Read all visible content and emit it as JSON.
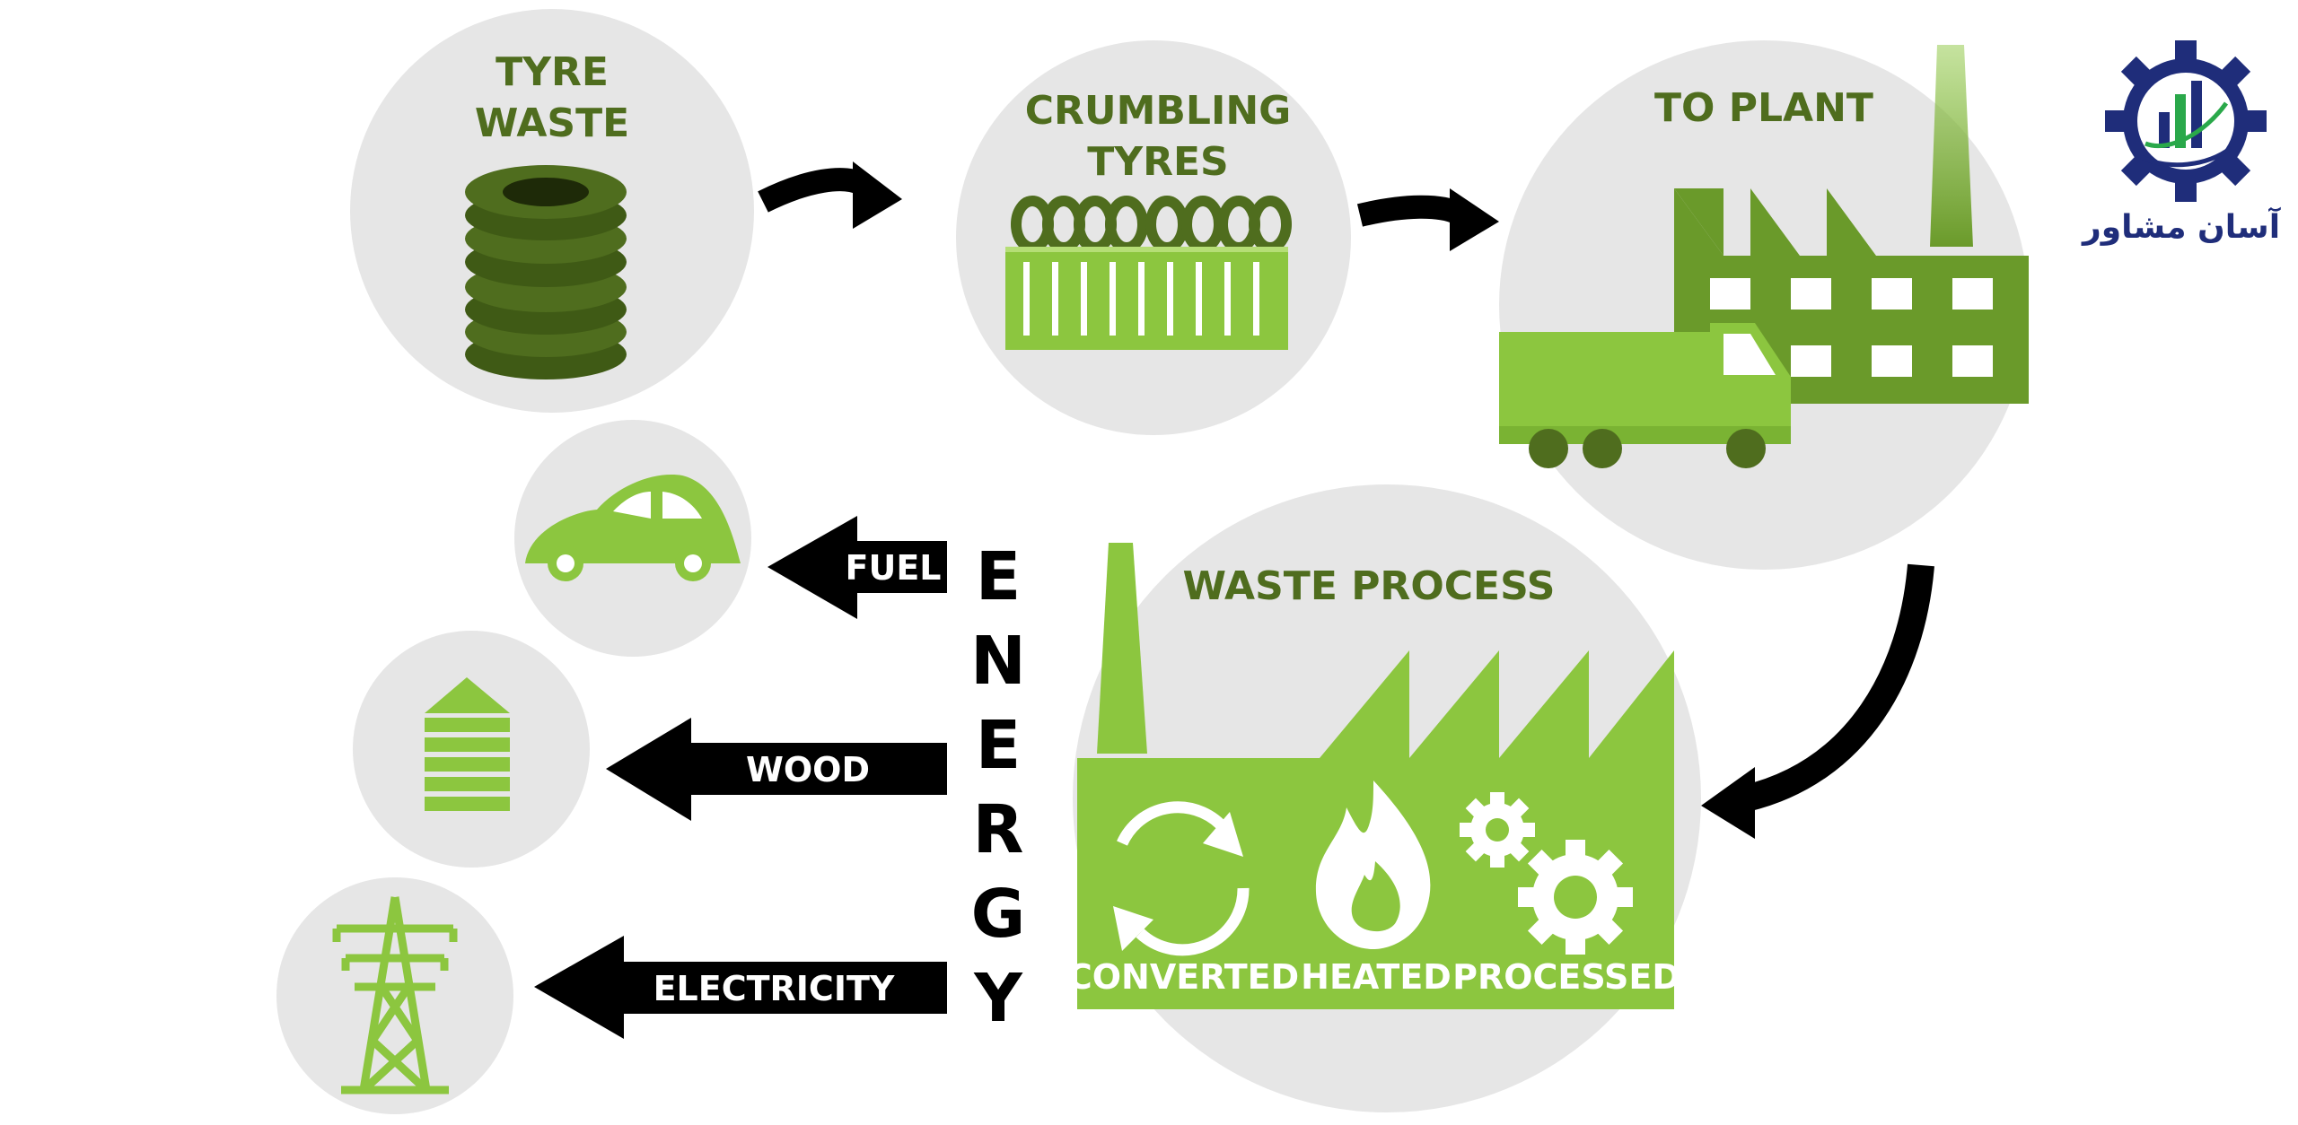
{
  "steps": {
    "tyre_waste": [
      "TYRE",
      "WASTE"
    ],
    "crumbling": [
      "CRUMBLING",
      "TYRES"
    ],
    "to_plant": "TO PLANT",
    "waste_process": "WASTE PROCESS"
  },
  "process_labels": {
    "converted": "CONVERTED",
    "heated": "HEATED",
    "processed": "PROCESSED"
  },
  "energy": {
    "letters": [
      "E",
      "N",
      "E",
      "R",
      "G",
      "Y"
    ],
    "outputs": {
      "fuel": "FUEL",
      "wood": "WOOD",
      "electricity": "ELECTRICITY"
    }
  },
  "logo": {
    "text": "آسان مشاور"
  },
  "colors": {
    "olive": "#4f6d1e",
    "lime": "#8cc63f",
    "circle": "#e6e6e6",
    "arrow": "#000000",
    "logo_blue": "#1f2d7a"
  },
  "icons": [
    "tyre-stack-icon",
    "tyre-container-icon",
    "factory-icon",
    "truck-icon",
    "car-icon",
    "wood-stack-icon",
    "power-pylon-icon",
    "recycle-icon",
    "flame-icon",
    "gears-icon",
    "logo-gear-icon"
  ]
}
